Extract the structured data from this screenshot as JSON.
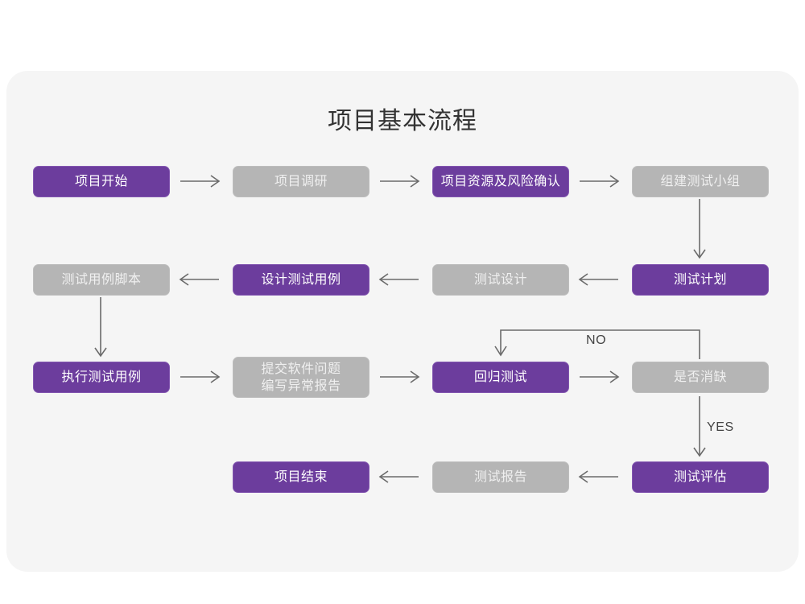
{
  "page": {
    "background": "#ffffff",
    "card_background": "#f5f5f5"
  },
  "colors": {
    "purple": "#6c3d9d",
    "purple_border": "#8256b0",
    "gray": "#b5b5b5",
    "gray_border": "#bdbdbd",
    "purple_text": "#ffffff",
    "gray_text": "#f0f0f0",
    "title_text": "#333333",
    "connector": "#6b6b6b",
    "label_text": "#444444"
  },
  "title": "项目基本流程",
  "chart_data": {
    "type": "diagram",
    "title": "项目基本流程",
    "nodes": [
      {
        "id": "n1",
        "label": "项目开始",
        "style": "purple",
        "row": 1,
        "col": 1
      },
      {
        "id": "n2",
        "label": "项目调研",
        "style": "gray",
        "row": 1,
        "col": 2
      },
      {
        "id": "n3",
        "label": "项目资源及风险确认",
        "style": "purple",
        "row": 1,
        "col": 3
      },
      {
        "id": "n4",
        "label": "组建测试小组",
        "style": "gray",
        "row": 1,
        "col": 4
      },
      {
        "id": "n5",
        "label": "测试用例脚本",
        "style": "gray",
        "row": 2,
        "col": 1
      },
      {
        "id": "n6",
        "label": "设计测试用例",
        "style": "purple",
        "row": 2,
        "col": 2
      },
      {
        "id": "n7",
        "label": "测试设计",
        "style": "gray",
        "row": 2,
        "col": 3
      },
      {
        "id": "n8",
        "label": "测试计划",
        "style": "purple",
        "row": 2,
        "col": 4
      },
      {
        "id": "n9",
        "label": "执行测试用例",
        "style": "purple",
        "row": 3,
        "col": 1
      },
      {
        "id": "n10",
        "label": "提交软件问题\n编写异常报告",
        "style": "gray",
        "row": 3,
        "col": 2
      },
      {
        "id": "n11",
        "label": "回归测试",
        "style": "purple",
        "row": 3,
        "col": 3
      },
      {
        "id": "n12",
        "label": "是否消缺",
        "style": "gray",
        "row": 3,
        "col": 4
      },
      {
        "id": "n13",
        "label": "项目结束",
        "style": "purple",
        "row": 4,
        "col": 2
      },
      {
        "id": "n14",
        "label": "测试报告",
        "style": "gray",
        "row": 4,
        "col": 3
      },
      {
        "id": "n15",
        "label": "测试评估",
        "style": "purple",
        "row": 4,
        "col": 4
      }
    ],
    "edges": [
      {
        "from": "n1",
        "to": "n2",
        "direction": "right",
        "label": ""
      },
      {
        "from": "n2",
        "to": "n3",
        "direction": "right",
        "label": ""
      },
      {
        "from": "n3",
        "to": "n4",
        "direction": "right",
        "label": ""
      },
      {
        "from": "n4",
        "to": "n8",
        "direction": "down",
        "label": ""
      },
      {
        "from": "n8",
        "to": "n7",
        "direction": "left",
        "label": ""
      },
      {
        "from": "n7",
        "to": "n6",
        "direction": "left",
        "label": ""
      },
      {
        "from": "n6",
        "to": "n5",
        "direction": "left",
        "label": ""
      },
      {
        "from": "n5",
        "to": "n9",
        "direction": "down",
        "label": ""
      },
      {
        "from": "n9",
        "to": "n10",
        "direction": "right",
        "label": ""
      },
      {
        "from": "n10",
        "to": "n11",
        "direction": "right",
        "label": ""
      },
      {
        "from": "n11",
        "to": "n12",
        "direction": "right",
        "label": ""
      },
      {
        "from": "n12",
        "to": "n11",
        "direction": "loop-up-left",
        "label": "NO"
      },
      {
        "from": "n12",
        "to": "n15",
        "direction": "down",
        "label": "YES"
      },
      {
        "from": "n15",
        "to": "n14",
        "direction": "left",
        "label": ""
      },
      {
        "from": "n14",
        "to": "n13",
        "direction": "left",
        "label": ""
      }
    ]
  },
  "labels": {
    "no": "NO",
    "yes": "YES"
  }
}
